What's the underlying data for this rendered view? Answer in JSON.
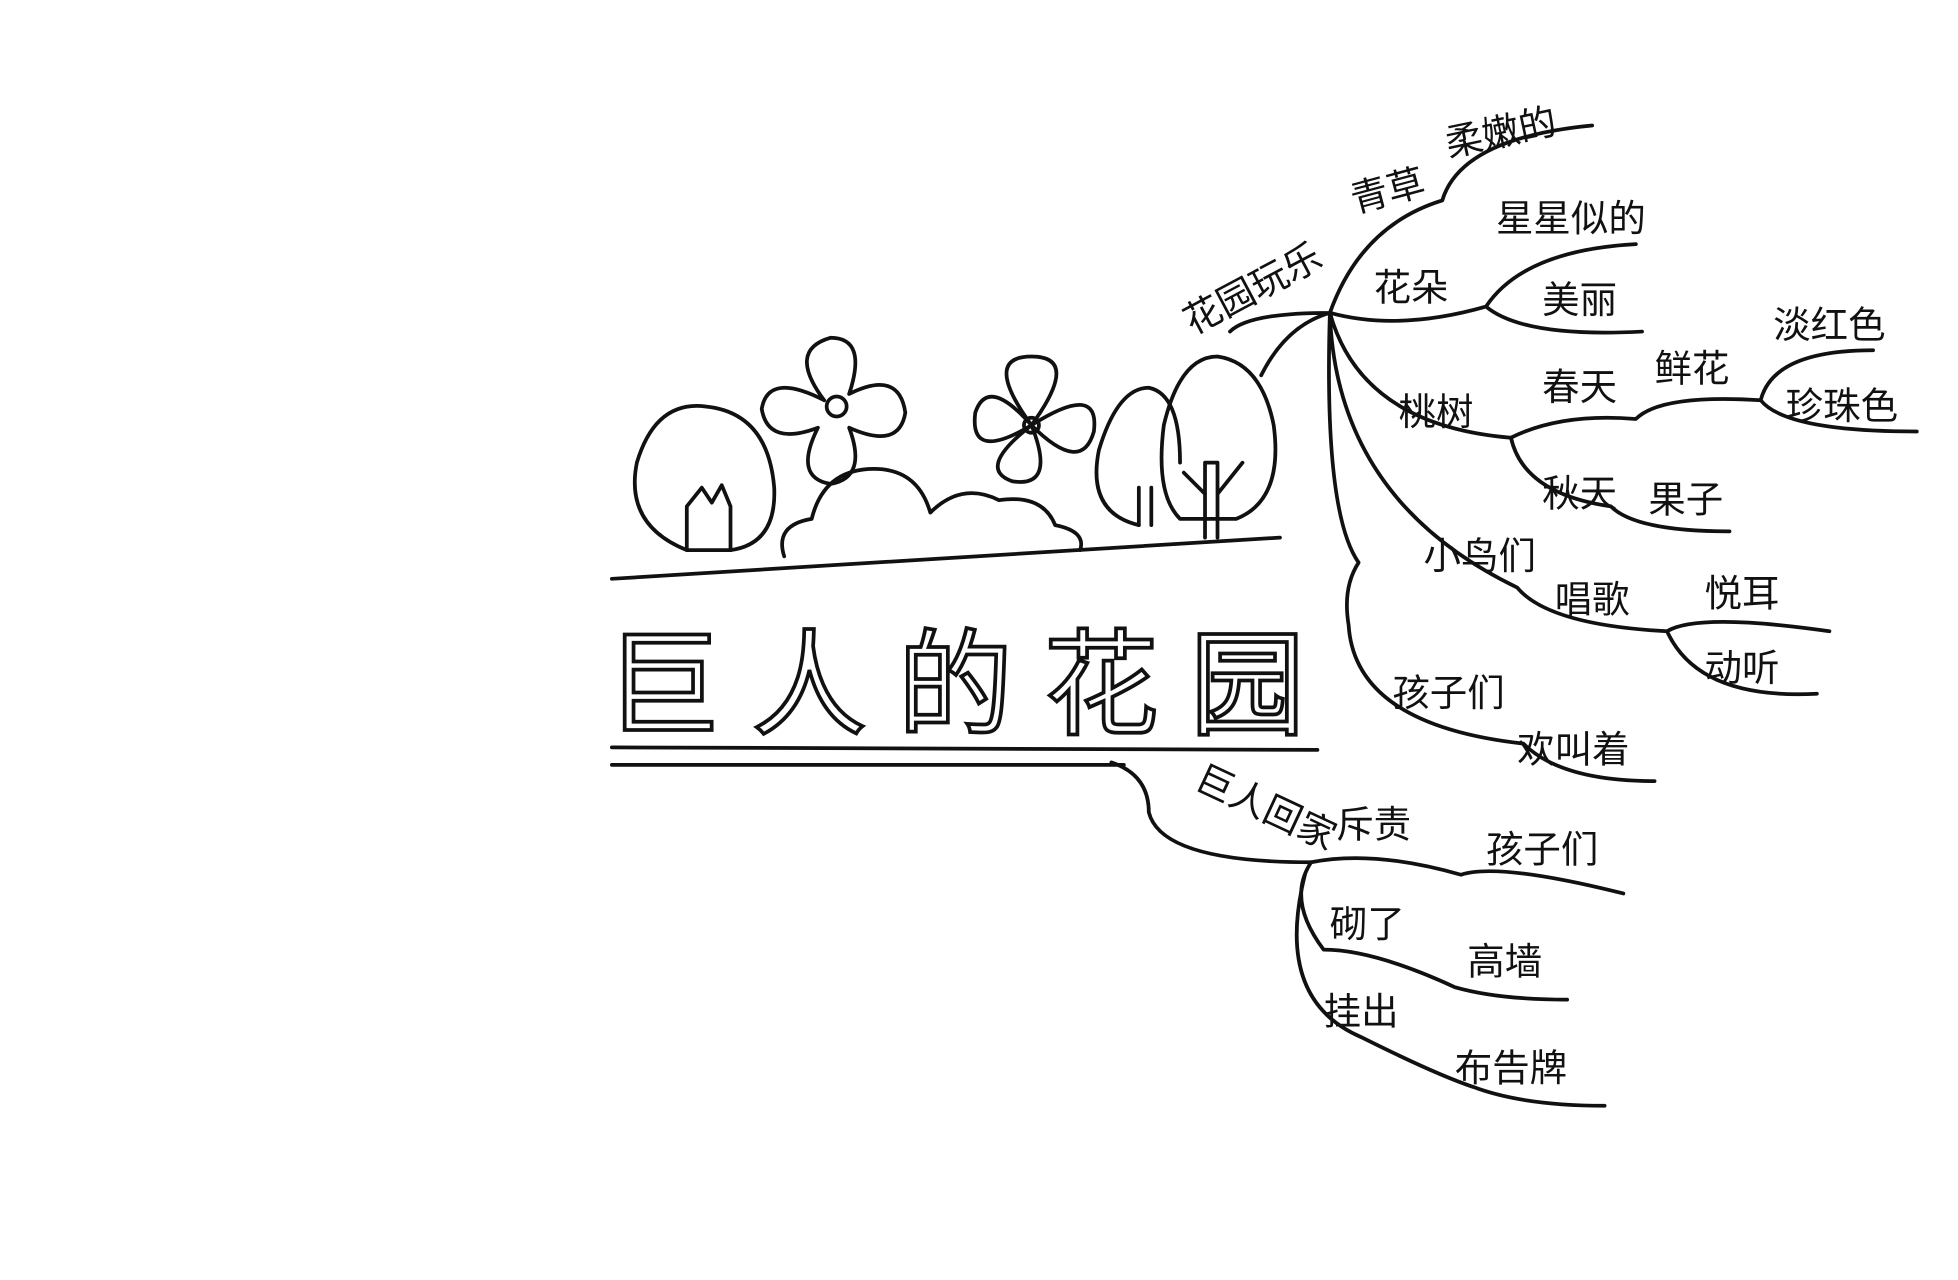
{
  "title": "巨人的花园",
  "branches": {
    "play": {
      "label": "花园玩乐",
      "grass": {
        "label": "青草",
        "detail": "柔嫩的"
      },
      "flowers": {
        "label": "花朵",
        "detail1": "星星似的",
        "detail2": "美丽"
      },
      "peach": {
        "label": "桃树",
        "spring": "春天",
        "blossom": "鲜花",
        "color1": "淡红色",
        "color2": "珍珠色",
        "autumn": "秋天",
        "fruit": "果子"
      },
      "birds": {
        "label": "小鸟们",
        "action": "唱歌",
        "detail1": "悦耳",
        "detail2": "动听"
      },
      "kids": {
        "label": "孩子们",
        "action": "欢叫着"
      }
    },
    "home": {
      "label": "巨人回家",
      "scold": {
        "label": "斥责",
        "target": "孩子们"
      },
      "wall": {
        "label": "砌了",
        "target": "高墙"
      },
      "sign": {
        "label": "挂出",
        "target": "布告牌"
      }
    }
  },
  "colors": {
    "ink": "#111111",
    "paper": "#ffffff"
  }
}
